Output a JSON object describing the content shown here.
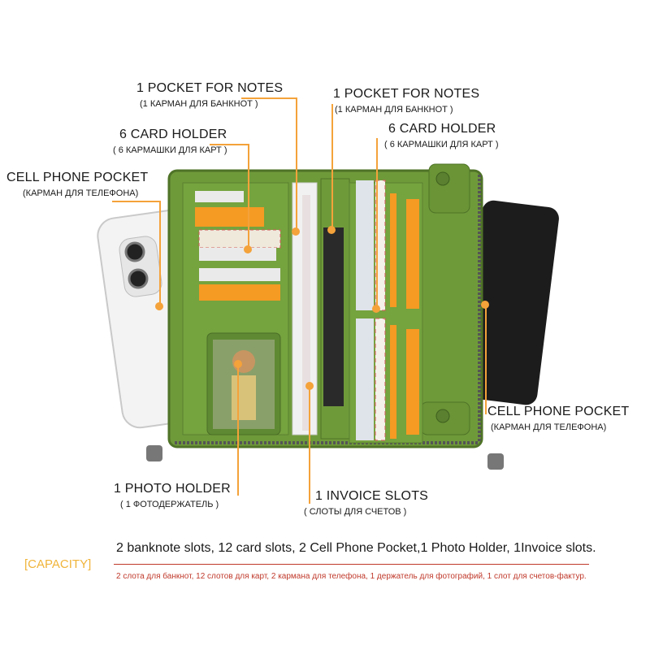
{
  "labels": {
    "notes_left": {
      "en": "1 POCKET FOR NOTES",
      "ru": "(1 КАРМАН ДЛЯ БАНКНОТ )"
    },
    "notes_right": {
      "en": "1 POCKET FOR NOTES",
      "ru": "(1 КАРМАН ДЛЯ БАНКНОТ )"
    },
    "cards_left": {
      "en": "6 CARD HOLDER",
      "ru": "( 6 КАРМАШКИ ДЛЯ КАРТ )"
    },
    "cards_right": {
      "en": "6 CARD HOLDER",
      "ru": "( 6 КАРМАШКИ ДЛЯ КАРТ )"
    },
    "phone_left": {
      "en": "CELL PHONE POCKET",
      "ru": "(КАРМАН ДЛЯ ТЕЛЕФОНА)"
    },
    "phone_right": {
      "en": "CELL PHONE POCKET",
      "ru": "(КАРМАН ДЛЯ ТЕЛЕФОНА)"
    },
    "photo": {
      "en": "1 PHOTO HOLDER",
      "ru": "( 1 ФОТОДЕРЖАТЕЛЬ )"
    },
    "invoice": {
      "en": "1 INVOICE SLOTS",
      "ru": "( СЛОТЫ ДЛЯ СЧЕТОВ )"
    }
  },
  "capacity": {
    "tag": "[CAPACITY]",
    "en": "2 banknote slots, 12 card slots, 2 Cell Phone Pocket,1 Photo Holder, 1Invoice slots.",
    "ru": "2 слота для банкнот, 12 слотов для карт, 2 кармана для телефона, 1 держатель для фотографий, 1 слот для счетов-фактур."
  },
  "colors": {
    "accent": "#f4a23a",
    "wallet_green": "#6f9a3a",
    "capacity_tag": "#f0b43a",
    "russian_text": "#c0392b"
  }
}
